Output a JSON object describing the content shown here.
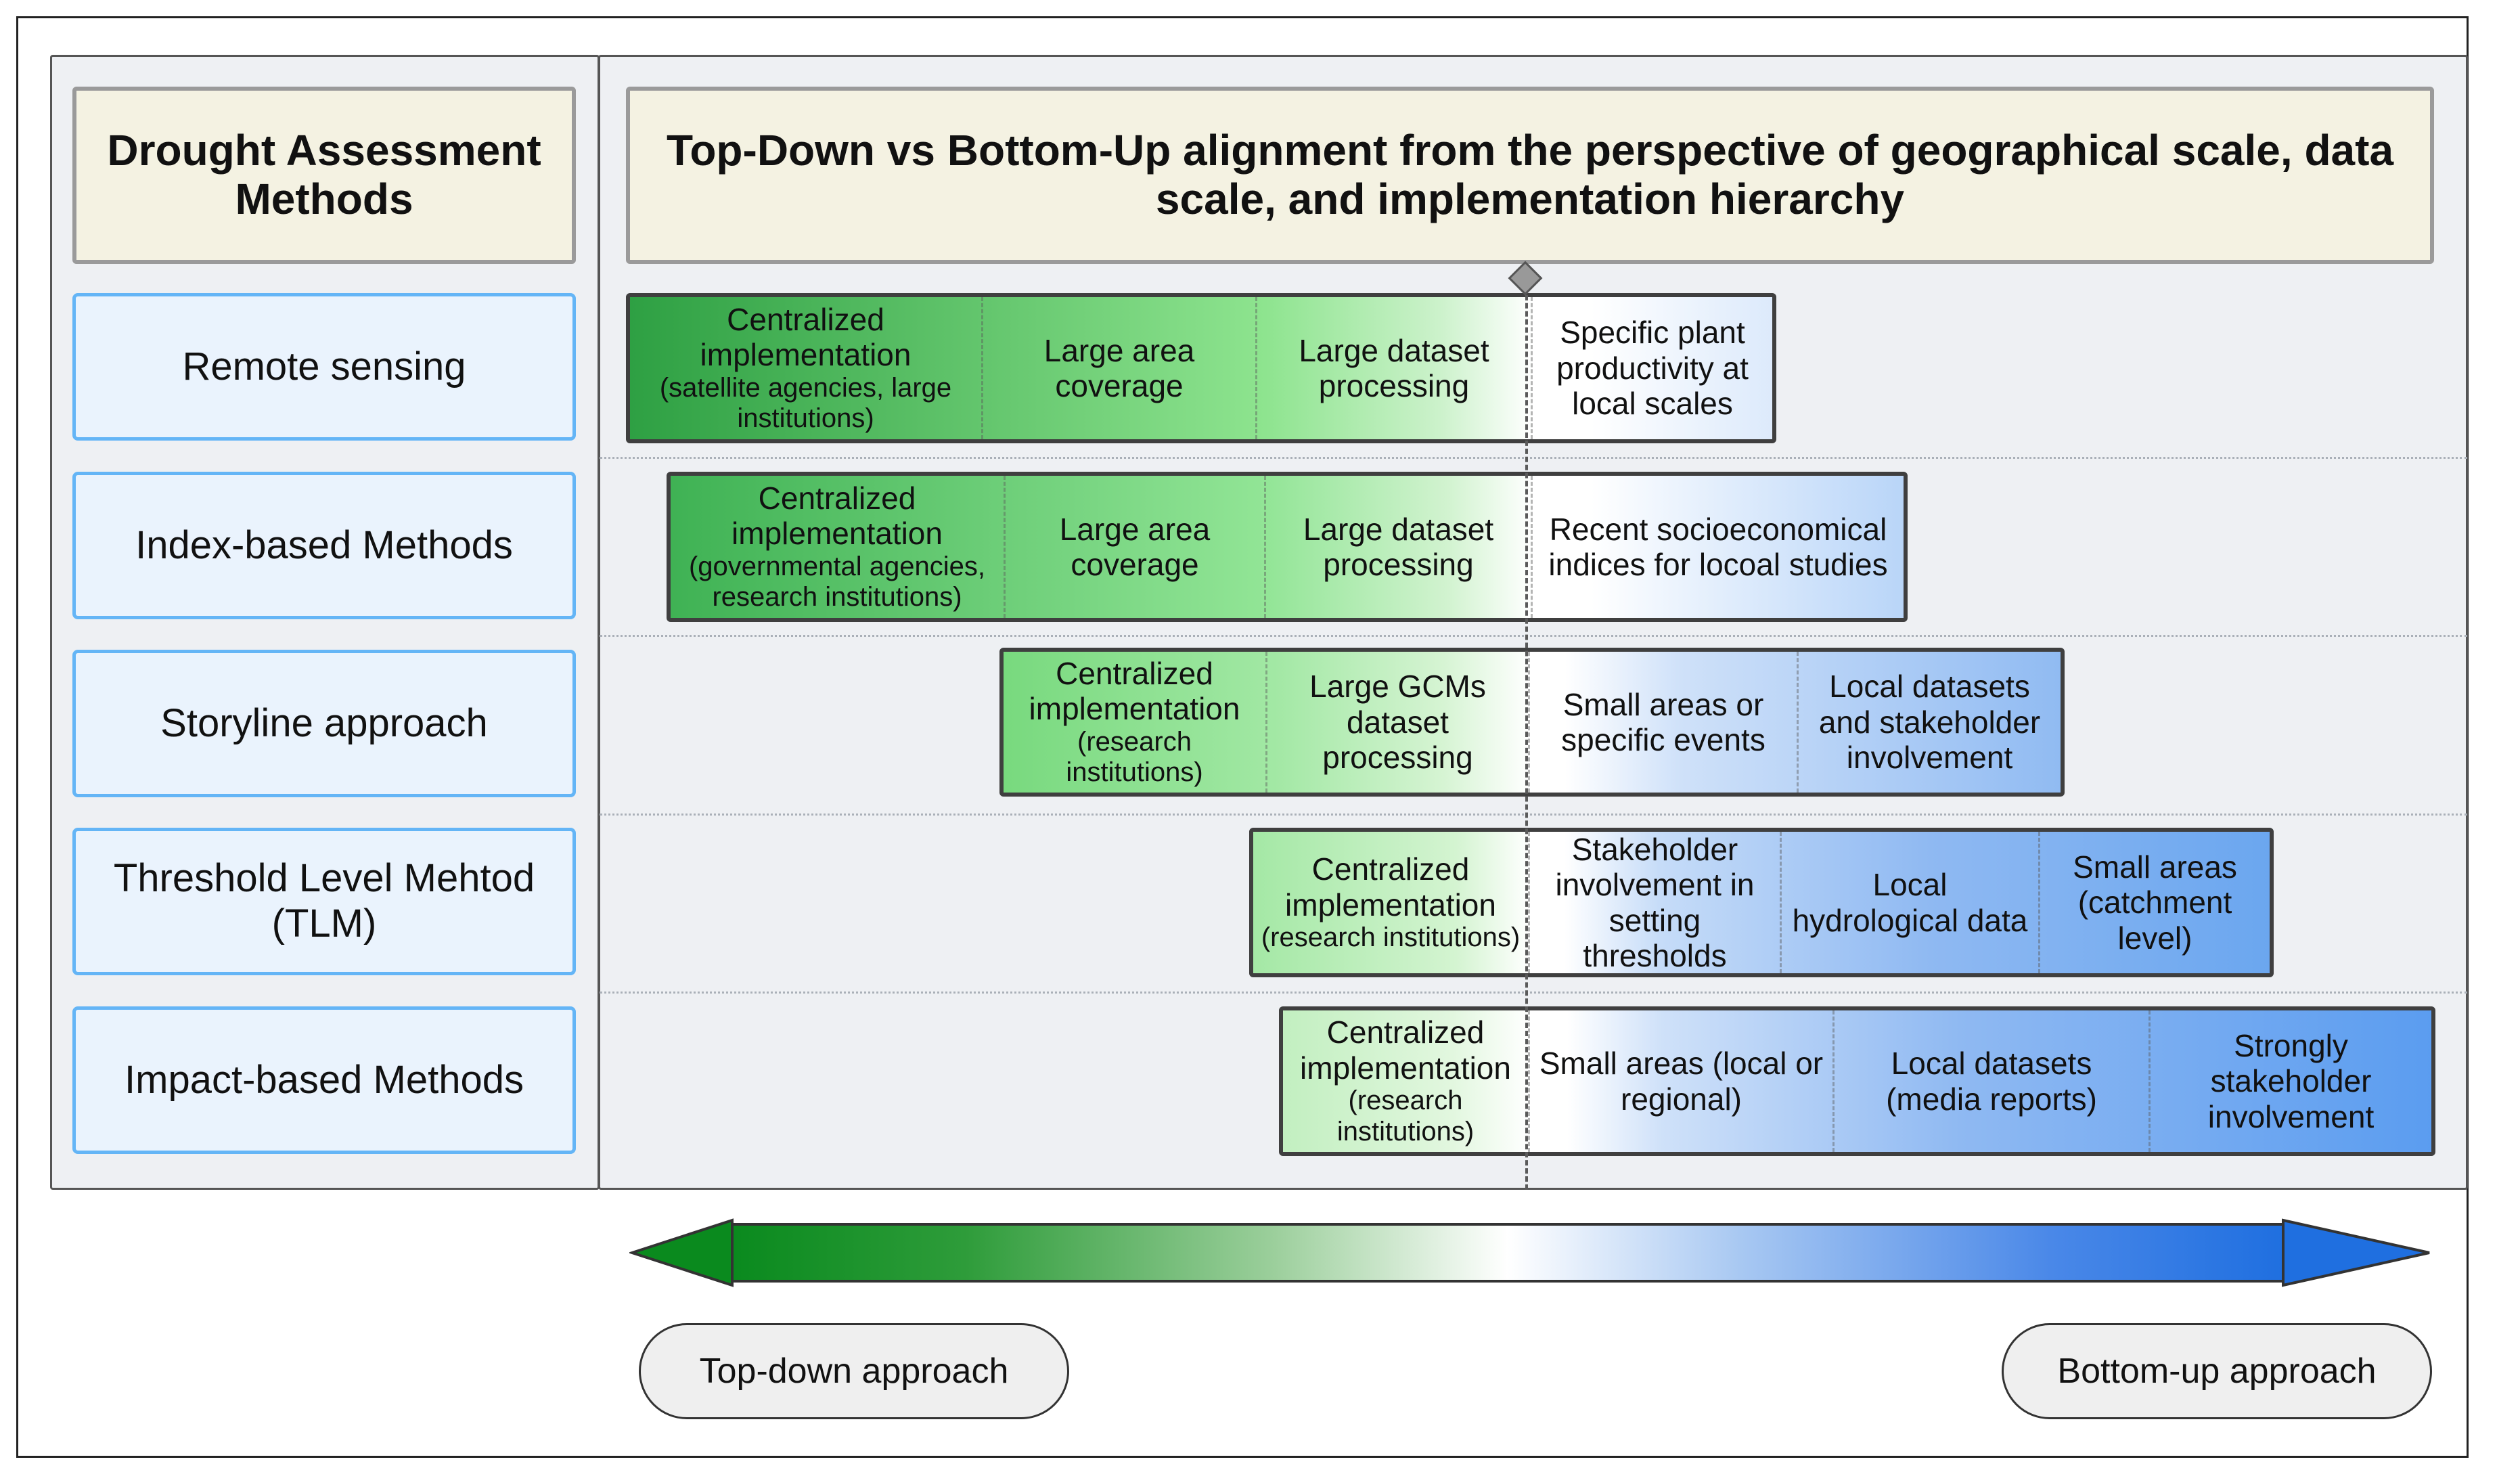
{
  "left_header": "Drought Assessment Methods",
  "main_header": "Top-Down vs Bottom-Up alignment from the perspective of geographical scale, data scale, and implementation hierarchy",
  "methods": [
    "Remote sensing",
    "Index-based Methods",
    "Storyline approach",
    "Threshold Level Mehtod (TLM)",
    "Impact-based Methods"
  ],
  "rows": [
    {
      "segments": [
        {
          "text": "Centralized implementation",
          "sub": "(satellite agencies, large institutions)"
        },
        {
          "text": "Large area coverage"
        },
        {
          "text": "Large dataset processing"
        },
        {
          "text": "Specific plant productivity at local scales"
        }
      ]
    },
    {
      "segments": [
        {
          "text": "Centralized implementation",
          "sub": "(governmental agencies, research institutions)"
        },
        {
          "text": "Large area coverage"
        },
        {
          "text": "Large dataset processing"
        },
        {
          "text": "Recent socioeconomical indices for locoal studies"
        }
      ]
    },
    {
      "segments": [
        {
          "text": "Centralized implementation",
          "sub": "(research institutions)"
        },
        {
          "text": "Large GCMs dataset processing"
        },
        {
          "text": "Small areas or specific events"
        },
        {
          "text": "Local datasets and stakeholder involvement"
        }
      ]
    },
    {
      "segments": [
        {
          "text": "Centralized implementation",
          "sub": "(research institutions)"
        },
        {
          "text": "Stakeholder involvement in setting thresholds"
        },
        {
          "text": "Local hydrological data"
        },
        {
          "text": "Small areas (catchment level)"
        }
      ]
    },
    {
      "segments": [
        {
          "text": "Centralized implementation",
          "sub": "(research institutions)"
        },
        {
          "text": "Small areas (local or regional)"
        },
        {
          "text": "Local datasets (media reports)"
        },
        {
          "text": "Strongly stakeholder involvement"
        }
      ]
    }
  ],
  "legend": {
    "left_label": "Top-down approach",
    "right_label": "Bottom-up approach"
  },
  "colors": {
    "top_down": "#0a8a1e",
    "neutral": "#ffffff",
    "bottom_up": "#1f6fe0",
    "header_fill": "#f4f2e2",
    "method_border": "#64b5f6"
  }
}
